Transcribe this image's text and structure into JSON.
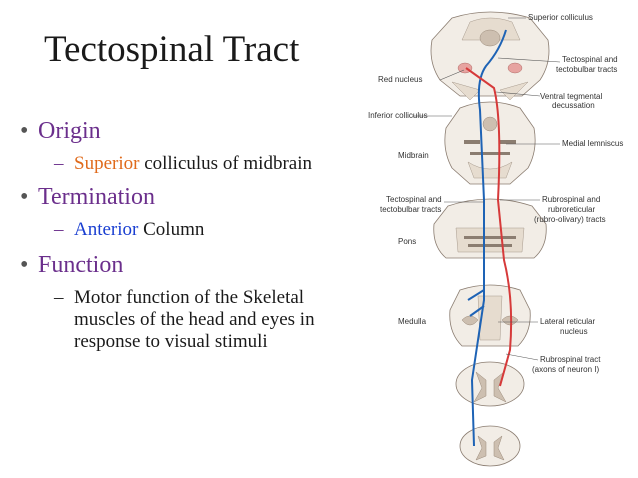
{
  "slide": {
    "title": "Tectospinal Tract",
    "bullets": [
      {
        "heading": "Origin",
        "sub": [
          {
            "highlight": "Superior",
            "rest": " colliculus of midbrain"
          }
        ]
      },
      {
        "heading": "Termination",
        "sub": [
          {
            "highlight": "Anterior",
            "rest": " Column"
          }
        ]
      },
      {
        "heading": "Function",
        "sub": [
          {
            "highlight": "",
            "rest": "Motor function of the Skeletal muscles of the head and eyes in response to visual stimuli"
          }
        ]
      }
    ]
  },
  "diagram": {
    "labels": {
      "superior_colliculus": "Superior colliculus",
      "tectospinal_tectobulbar_1": "Tectospinal and",
      "tectospinal_tectobulbar_2": "tectobulbar tracts",
      "red_nucleus": "Red nucleus",
      "ventral_tegmental_1": "Ventral tegmental",
      "ventral_tegmental_2": "decussation",
      "inferior_colliculus": "Inferior colliculus",
      "medial_lemniscus": "Medial lemniscus",
      "midbrain": "Midbrain",
      "tectospinal_left_1": "Tectospinal and",
      "tectospinal_left_2": "tectobulbar tracts",
      "rubrospinal_1": "Rubrospinal and",
      "rubrospinal_2": "rubroreticular",
      "rubrospinal_3": "(rubro-olivary) tracts",
      "pons": "Pons",
      "medulla": "Medulla",
      "lateral_reticular_1": "Lateral reticular",
      "lateral_reticular_2": "nucleus",
      "rubrospinal_tract_1": "Rubrospinal tract",
      "rubrospinal_tract_2": "(axons of neuron I)"
    },
    "colors": {
      "tectospinal": "#1e63b5",
      "rubrospinal": "#d63a3a",
      "highlight_origin": "#e06a1b",
      "highlight_termination": "#1a3fd1",
      "heading": "#6b2f8c"
    }
  }
}
